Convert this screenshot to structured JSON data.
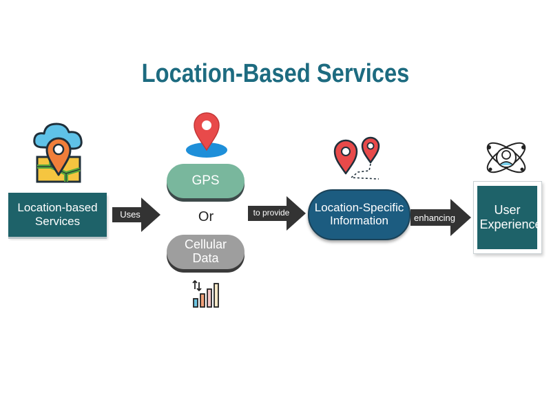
{
  "title": "Location-Based Services",
  "nodes": {
    "lbs": "Location-based Services",
    "gps": "GPS",
    "or": "Or",
    "cellular": "Cellular Data",
    "info": "Location-Specific Information",
    "ux": "User Experience"
  },
  "edges": {
    "uses": "Uses",
    "to_provide": "to provide",
    "enhancing": "enhancing"
  },
  "icons": [
    "cloud-map-pin-icon",
    "map-pin-icon",
    "signal-bars-icon",
    "route-pins-icon",
    "user-orbit-icon"
  ],
  "colors": {
    "title": "#1d6b80",
    "teal_box": "#1e6269",
    "gps_pill": "#79b79d",
    "cellular_pill": "#9e9e9e",
    "info_pill": "#1c5c80",
    "arrow": "#333333",
    "pin_red": "#e84a4a"
  }
}
